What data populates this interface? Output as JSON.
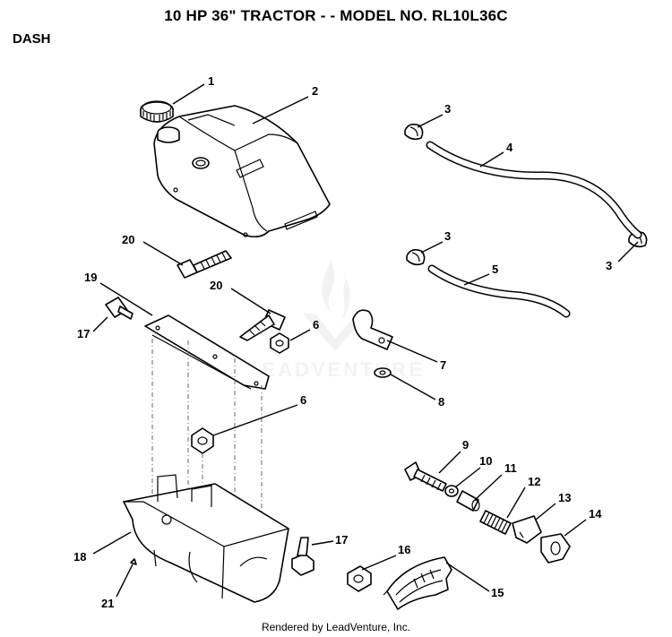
{
  "header": {
    "title": "10 HP 36\" TRACTOR - - MODEL NO. RL10L36C",
    "section": "DASH"
  },
  "footer": {
    "text": "Rendered by LeadVenture, Inc."
  },
  "watermark": {
    "text": "LEADVENTURE",
    "color": "#e6e6e6"
  },
  "callouts": [
    {
      "id": "c1",
      "label": "1"
    },
    {
      "id": "c2",
      "label": "2"
    },
    {
      "id": "c3a",
      "label": "3"
    },
    {
      "id": "c3b",
      "label": "3"
    },
    {
      "id": "c3c",
      "label": "3"
    },
    {
      "id": "c4",
      "label": "4"
    },
    {
      "id": "c5",
      "label": "5"
    },
    {
      "id": "c6a",
      "label": "6"
    },
    {
      "id": "c6b",
      "label": "6"
    },
    {
      "id": "c7",
      "label": "7"
    },
    {
      "id": "c8",
      "label": "8"
    },
    {
      "id": "c9",
      "label": "9"
    },
    {
      "id": "c10",
      "label": "10"
    },
    {
      "id": "c11",
      "label": "11"
    },
    {
      "id": "c12",
      "label": "12"
    },
    {
      "id": "c13",
      "label": "13"
    },
    {
      "id": "c14",
      "label": "14"
    },
    {
      "id": "c15",
      "label": "15"
    },
    {
      "id": "c16",
      "label": "16"
    },
    {
      "id": "c17a",
      "label": "17"
    },
    {
      "id": "c17b",
      "label": "17"
    },
    {
      "id": "c18",
      "label": "18"
    },
    {
      "id": "c19",
      "label": "19"
    },
    {
      "id": "c20a",
      "label": "20"
    },
    {
      "id": "c20b",
      "label": "20"
    },
    {
      "id": "c21",
      "label": "21"
    }
  ]
}
